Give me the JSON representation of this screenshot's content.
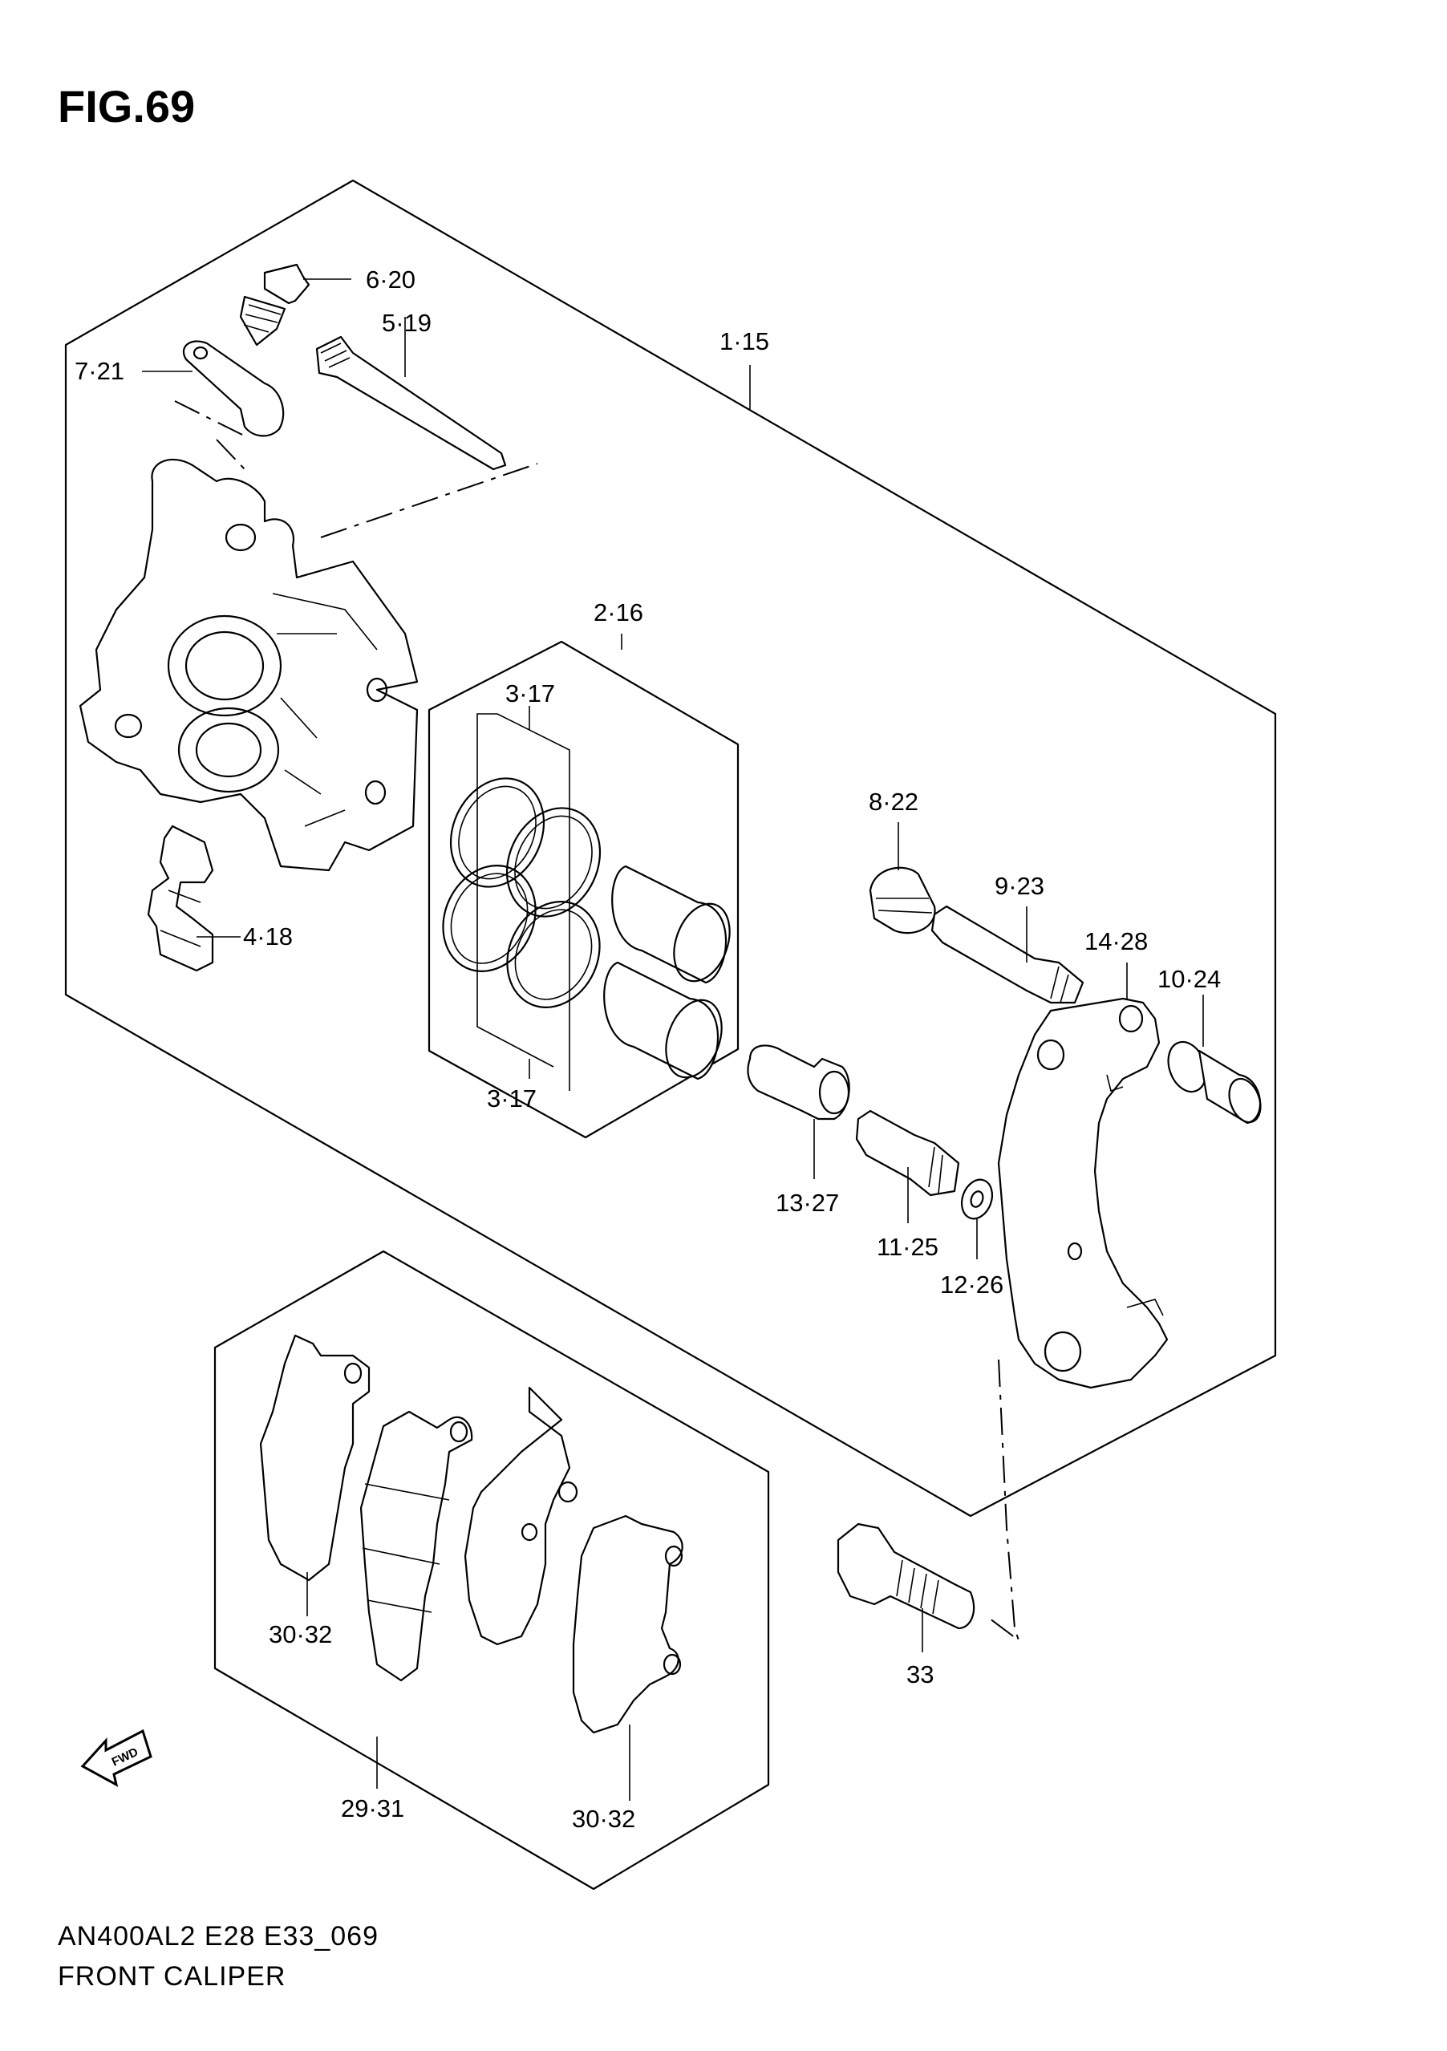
{
  "figure": {
    "title": "FIG.69"
  },
  "footer": {
    "code": "AN400AL2 E28 E33_069",
    "name": "FRONT CALIPER"
  },
  "fwd_badge": "FWD",
  "callouts": {
    "c1": "1·15",
    "c2": "2·16",
    "c3a": "3·17",
    "c3b": "3·17",
    "c4": "4·18",
    "c5": "5·19",
    "c6": "6·20",
    "c7": "7·21",
    "c8": "8·22",
    "c9": "9·23",
    "c10": "10·24",
    "c11": "11·25",
    "c12": "12·26",
    "c13": "13·27",
    "c14": "14·28",
    "c29": "29·31",
    "c30a": "30·32",
    "c30b": "30·32",
    "c33": "33"
  }
}
